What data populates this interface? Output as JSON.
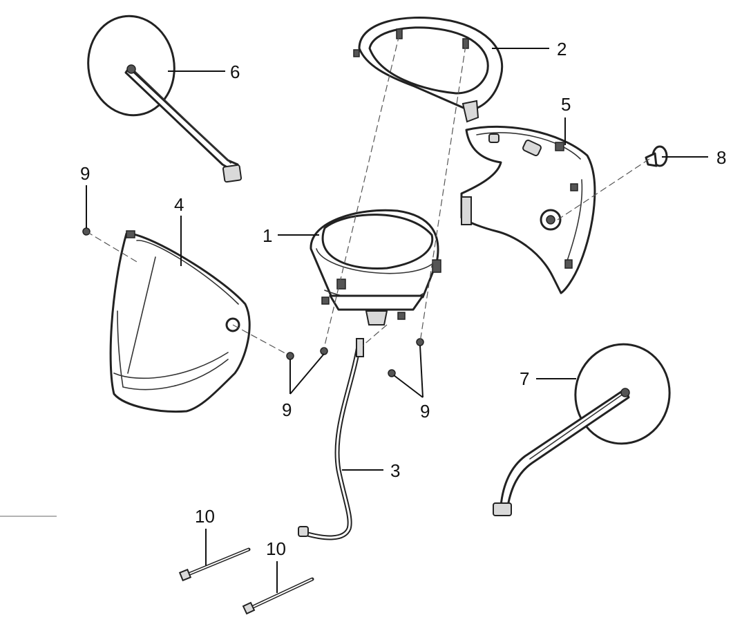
{
  "diagram": {
    "callouts": {
      "c1": "1",
      "c2": "2",
      "c3": "3",
      "c4": "4",
      "c5": "5",
      "c6": "6",
      "c7": "7",
      "c8": "8",
      "c9a": "9",
      "c9b": "9",
      "c9c": "9",
      "c10a": "10",
      "c10b": "10"
    }
  }
}
